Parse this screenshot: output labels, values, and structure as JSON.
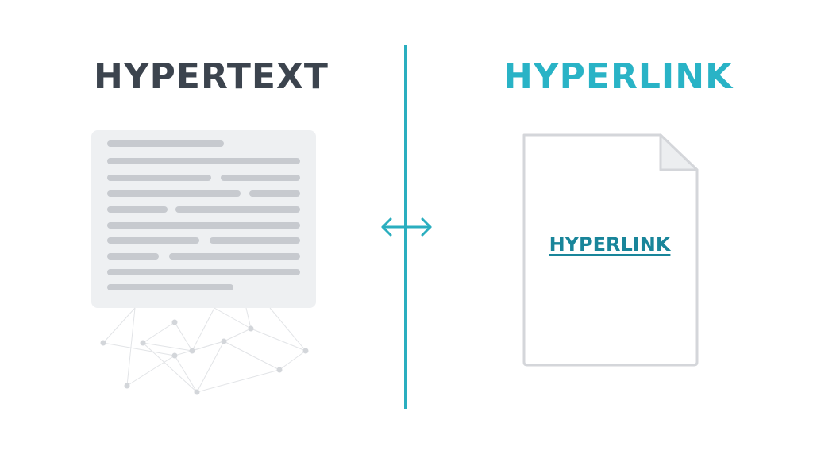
{
  "hypertext": {
    "title": "HYPERTEXT"
  },
  "hyperlink": {
    "title": "HYPERLINK",
    "document_link_text": "HYPERLINK"
  },
  "colors": {
    "hypertext_title": "#3c444e",
    "hyperlink_title": "#29b3c6",
    "divider": "#2aaebf",
    "link_text": "#19859a",
    "text_card": "#eef0f2",
    "text_lines": "#c7cacf",
    "network_lines": "#e2e4e7",
    "network_nodes": "#d3d6da",
    "document_outline": "#d4d6da"
  },
  "icons": {
    "arrow": "double-headed-arrow-icon",
    "document": "document-icon"
  }
}
